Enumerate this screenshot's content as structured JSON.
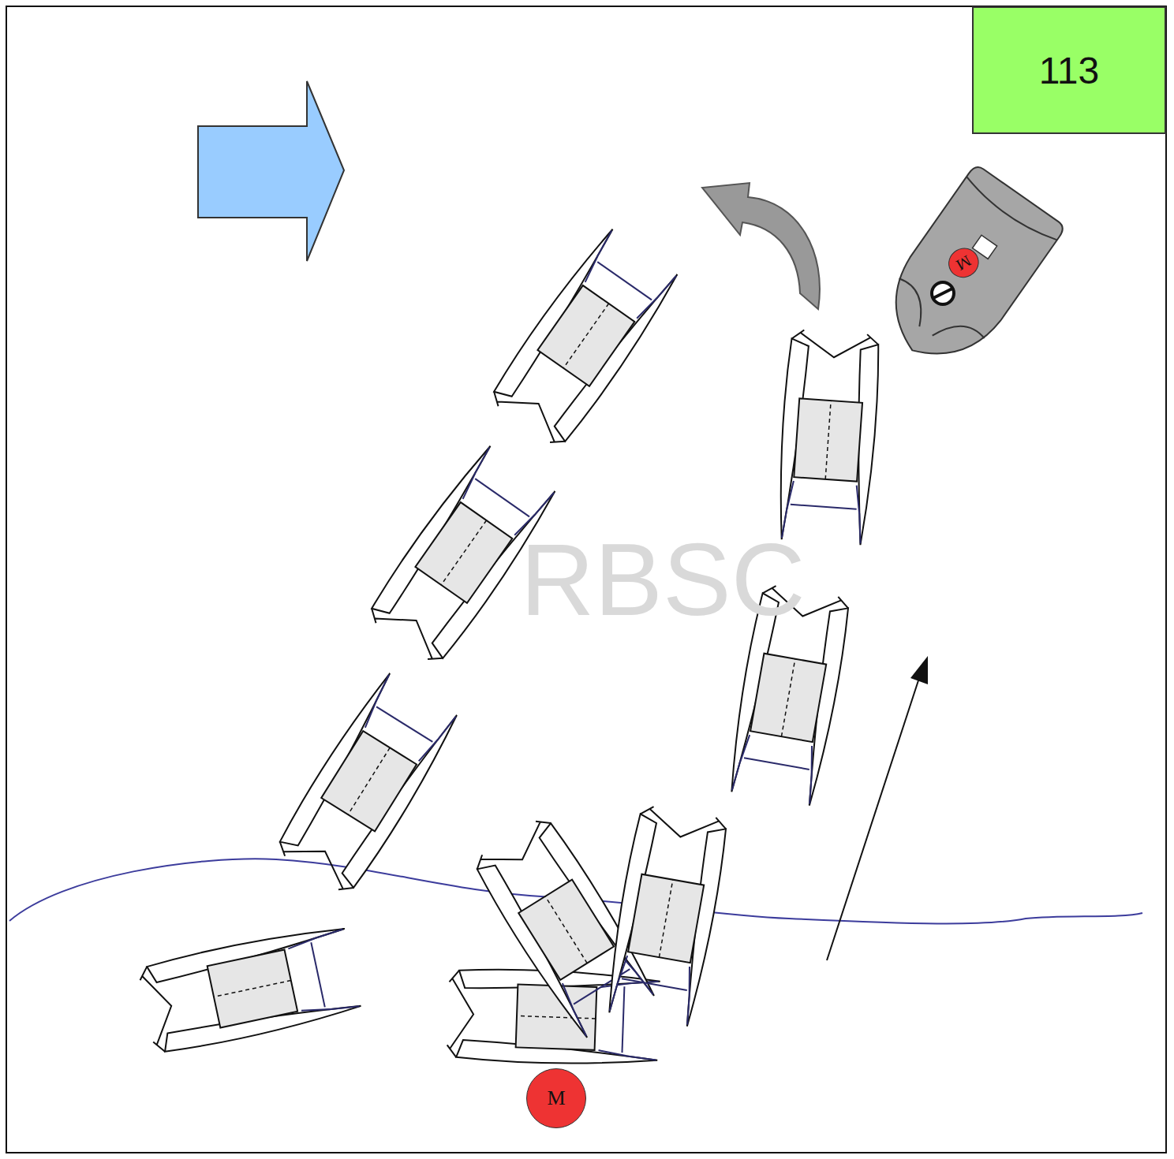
{
  "diagram": {
    "nodes": [
      {
        "text": [
          "113"
        ]
      },
      {
        "text": [
          "M"
        ]
      },
      {
        "text": [
          "M"
        ]
      }
    ],
    "labels": [
      "RBSC"
    ]
  }
}
